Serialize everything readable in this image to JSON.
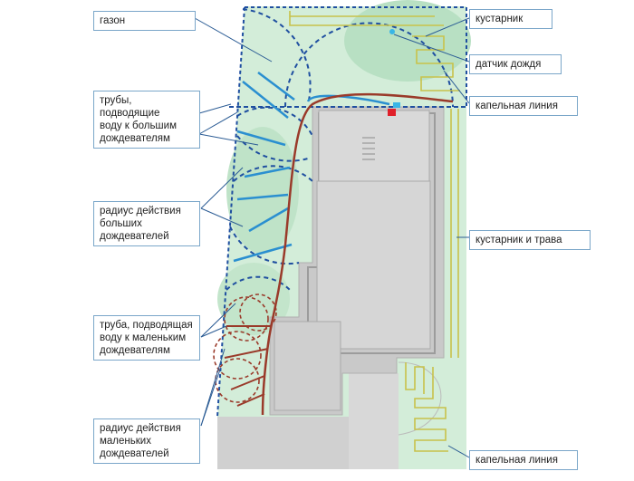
{
  "labels": {
    "lawn": "газон",
    "big_pipes": "трубы, подводящие\nводу к большим\nдождевателям",
    "big_radius": "радиус действия\nбольших\nдождевателей",
    "small_pipe": "труба, подводящая\nводу к маленьким\nдождевателям",
    "small_radius": "радиус действия\nмаленьких\nдождевателей",
    "shrub": "кустарник",
    "rain_sensor": "датчик дождя",
    "drip_line_top": "капельная линия",
    "shrub_and_grass": "кустарник и трава",
    "drip_line_bottom": "капельная линия"
  },
  "colors": {
    "lawn": "#d3edd9",
    "lawn_dark": "#b8e0c3",
    "house": "#c9c9c9",
    "house_roof": "#d6d6d6",
    "boundary": "#1f4fa0",
    "big_pipe": "#2a8fd0",
    "small_pipe": "#9a3a2a",
    "drip_line": "#c8c24a",
    "leader": "#2a5b94",
    "label_border": "#7aa6c9"
  }
}
